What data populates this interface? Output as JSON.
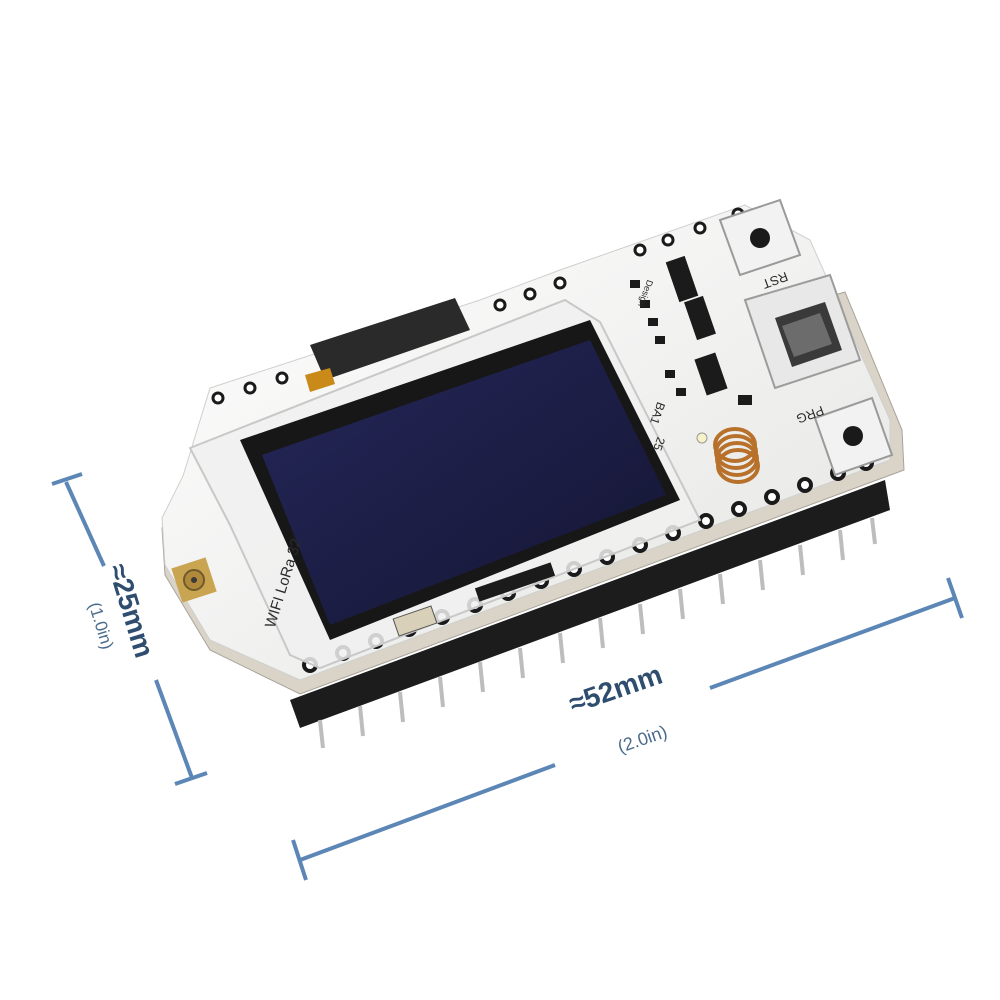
{
  "dimensions": {
    "length_main": "≈52mm",
    "length_sub": "(2.0in)",
    "width_main": "≈25mm",
    "width_sub": "(1.0in)"
  },
  "board": {
    "name": "WIFI LoRa 32",
    "rst_label": "RST",
    "prg_label": "PRG",
    "design_label": "Design",
    "chip_label_1": "BA1",
    "chip_label_2": "25"
  },
  "colors": {
    "dimension_line": "#5b86b6",
    "pcb": "#f4f4f2",
    "oled_glass": "#1d1e4a",
    "header_pin": "#c9c9c9"
  }
}
